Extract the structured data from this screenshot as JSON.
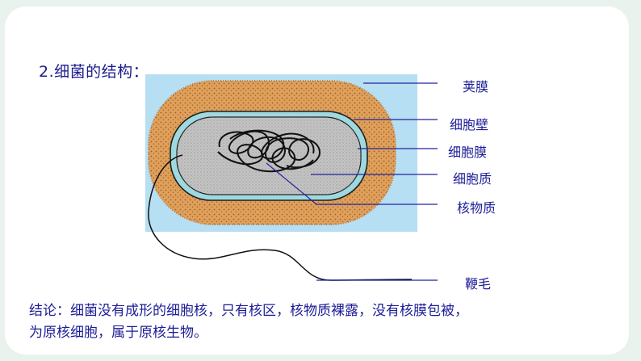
{
  "heading": "2.细菌的结构：",
  "labels": {
    "capsule": "荚膜",
    "cell_wall": "细胞壁",
    "cell_membrane": "细胞膜",
    "cytoplasm": "细胞质",
    "nucleoid": "核物质",
    "flagellum": "鞭毛"
  },
  "conclusion": {
    "line1": "结论：细菌没有成形的细胞核，只有核区，核物质裸露，没有核膜包被，",
    "line2": "为原核细胞，属于原核生物。"
  },
  "colors": {
    "accent_frame": "#e9f2ec",
    "text": "#1c1c96",
    "diagram_bg": "#b6dff3",
    "capsule": "#e0a05a",
    "cytoplasm": "#c3c3c3",
    "wall": "#9fd9e0",
    "leader": "#23239c"
  }
}
